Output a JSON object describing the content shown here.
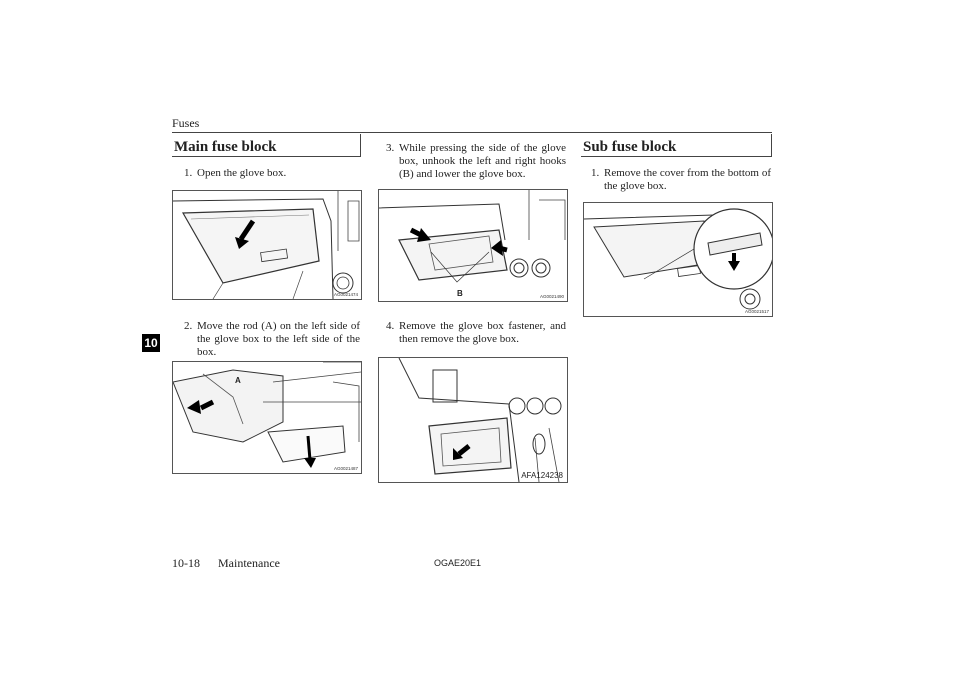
{
  "header": {
    "section": "Fuses"
  },
  "left_column": {
    "title": "Main fuse block",
    "steps": [
      {
        "num": "1.",
        "text": "Open the glove box."
      },
      {
        "num": "2.",
        "text": "Move the rod (A) on the left side of the glove box to the left side of the box."
      }
    ],
    "figures": [
      {
        "code": "AG0021474",
        "labels": []
      },
      {
        "code": "AG0021487",
        "labels": [
          "A"
        ]
      }
    ]
  },
  "middle_column": {
    "steps": [
      {
        "num": "3.",
        "text": "While pressing the side of the glove box, unhook the left and right hooks (B) and lower the glove box."
      },
      {
        "num": "4.",
        "text": "Remove the glove box fastener, and then remove the glove box."
      }
    ],
    "figures": [
      {
        "code": "AG0021490",
        "labels": [
          "B"
        ]
      },
      {
        "code": "AFA124238",
        "labels": []
      }
    ]
  },
  "right_column": {
    "title": "Sub fuse block",
    "steps": [
      {
        "num": "1.",
        "text": "Remove the cover from the bottom of the glove box."
      }
    ],
    "figures": [
      {
        "code": "AG0021517",
        "labels": []
      }
    ]
  },
  "chapter_tab": "10",
  "footer": {
    "page": "10-18",
    "section": "Maintenance",
    "code": "OGAE20E1"
  }
}
